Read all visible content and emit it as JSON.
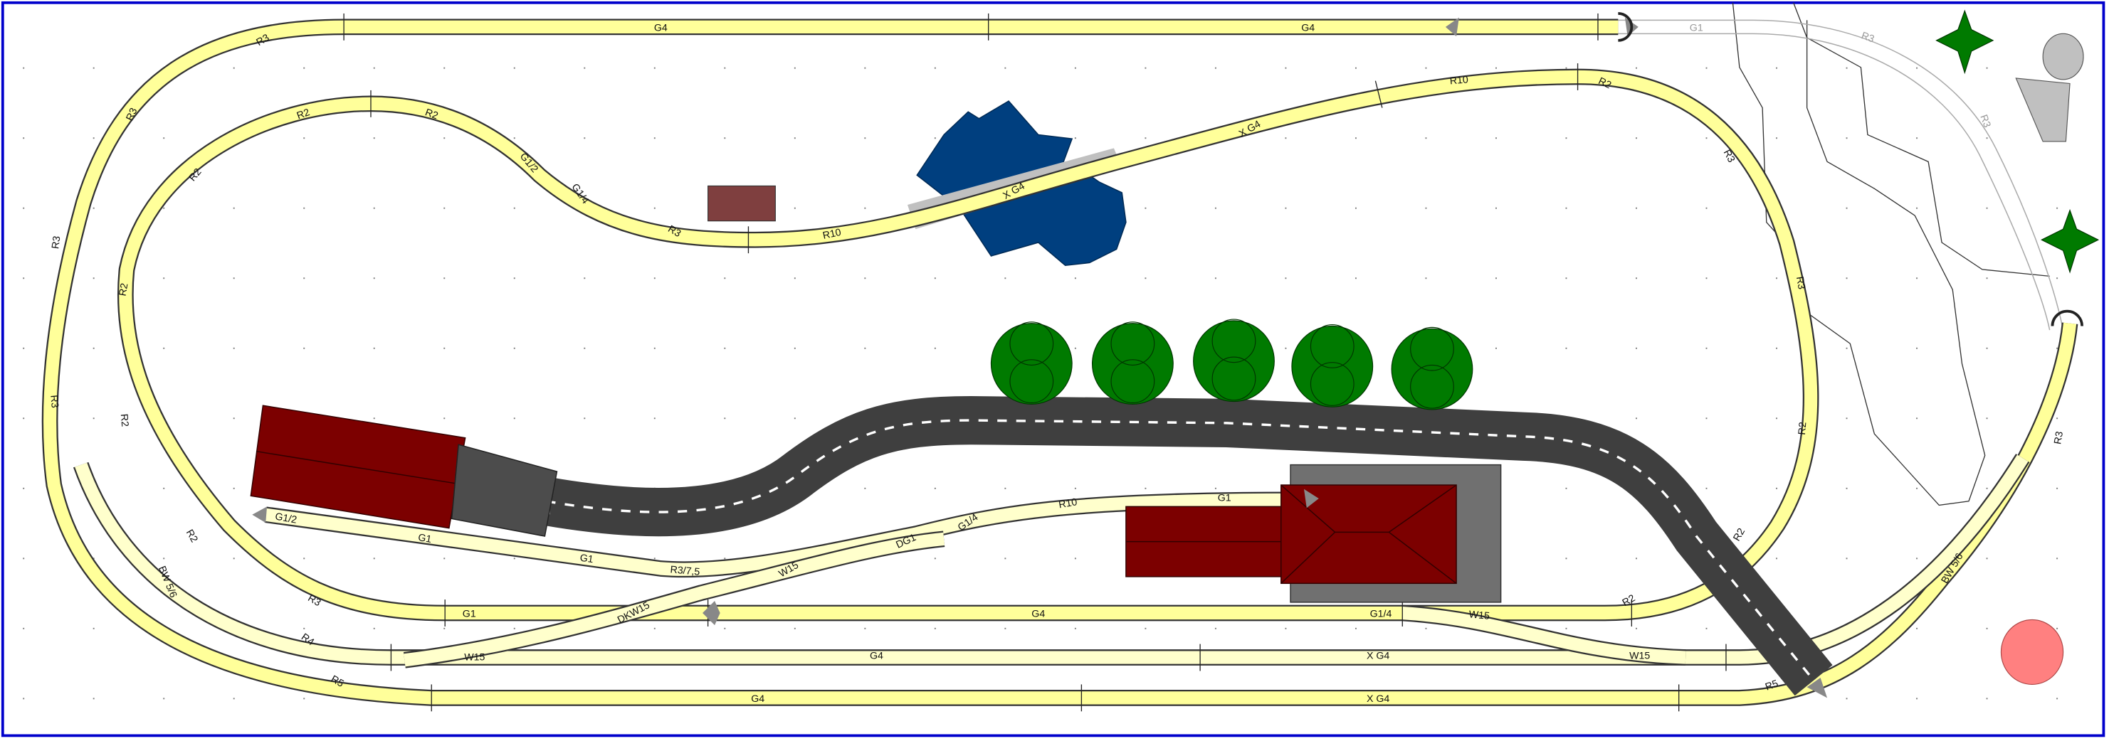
{
  "colors": {
    "track": "#ffff9a",
    "track_pale": "#ffffcc",
    "border": "#0000cc",
    "road": "#3f3f3f",
    "building": "#7c0000",
    "water": "#003f7f",
    "tree": "#007a00",
    "marker": "#ff8080"
  },
  "track_labels": [
    "G4",
    "G4",
    "G1",
    "R3",
    "R3",
    "R3",
    "R3",
    "R2",
    "R2",
    "G1/2",
    "G1/4",
    "R3",
    "R10",
    "X G4",
    "R10",
    "R2",
    "R3",
    "R3",
    "R2",
    "R2",
    "R2",
    "X G4",
    "R3",
    "R2",
    "G1/2",
    "G1",
    "G1",
    "R3/7,5",
    "W15",
    "DG1",
    "G1/4",
    "R10",
    "G1",
    "R2",
    "R3",
    "G1",
    "DKW15",
    "G4",
    "G1/4",
    "W15",
    "R2",
    "R2",
    "BW 5/6",
    "R4",
    "W15",
    "G4",
    "X G4",
    "W15",
    "R5",
    "G4",
    "X G4",
    "R5",
    "BW 5/6",
    "R3",
    "R3"
  ]
}
